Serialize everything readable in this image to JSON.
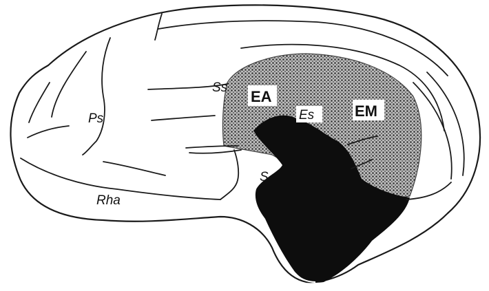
{
  "labels": {
    "ss": "Ss",
    "ps": "Ps",
    "ea": "EA",
    "es": "Es",
    "em": "EM",
    "s": "S",
    "rha": "Rha"
  },
  "colors": {
    "outline": "#1a1a1a",
    "stipple": "#888888",
    "dark_region": "#0d0d0d",
    "background": "#ffffff"
  }
}
